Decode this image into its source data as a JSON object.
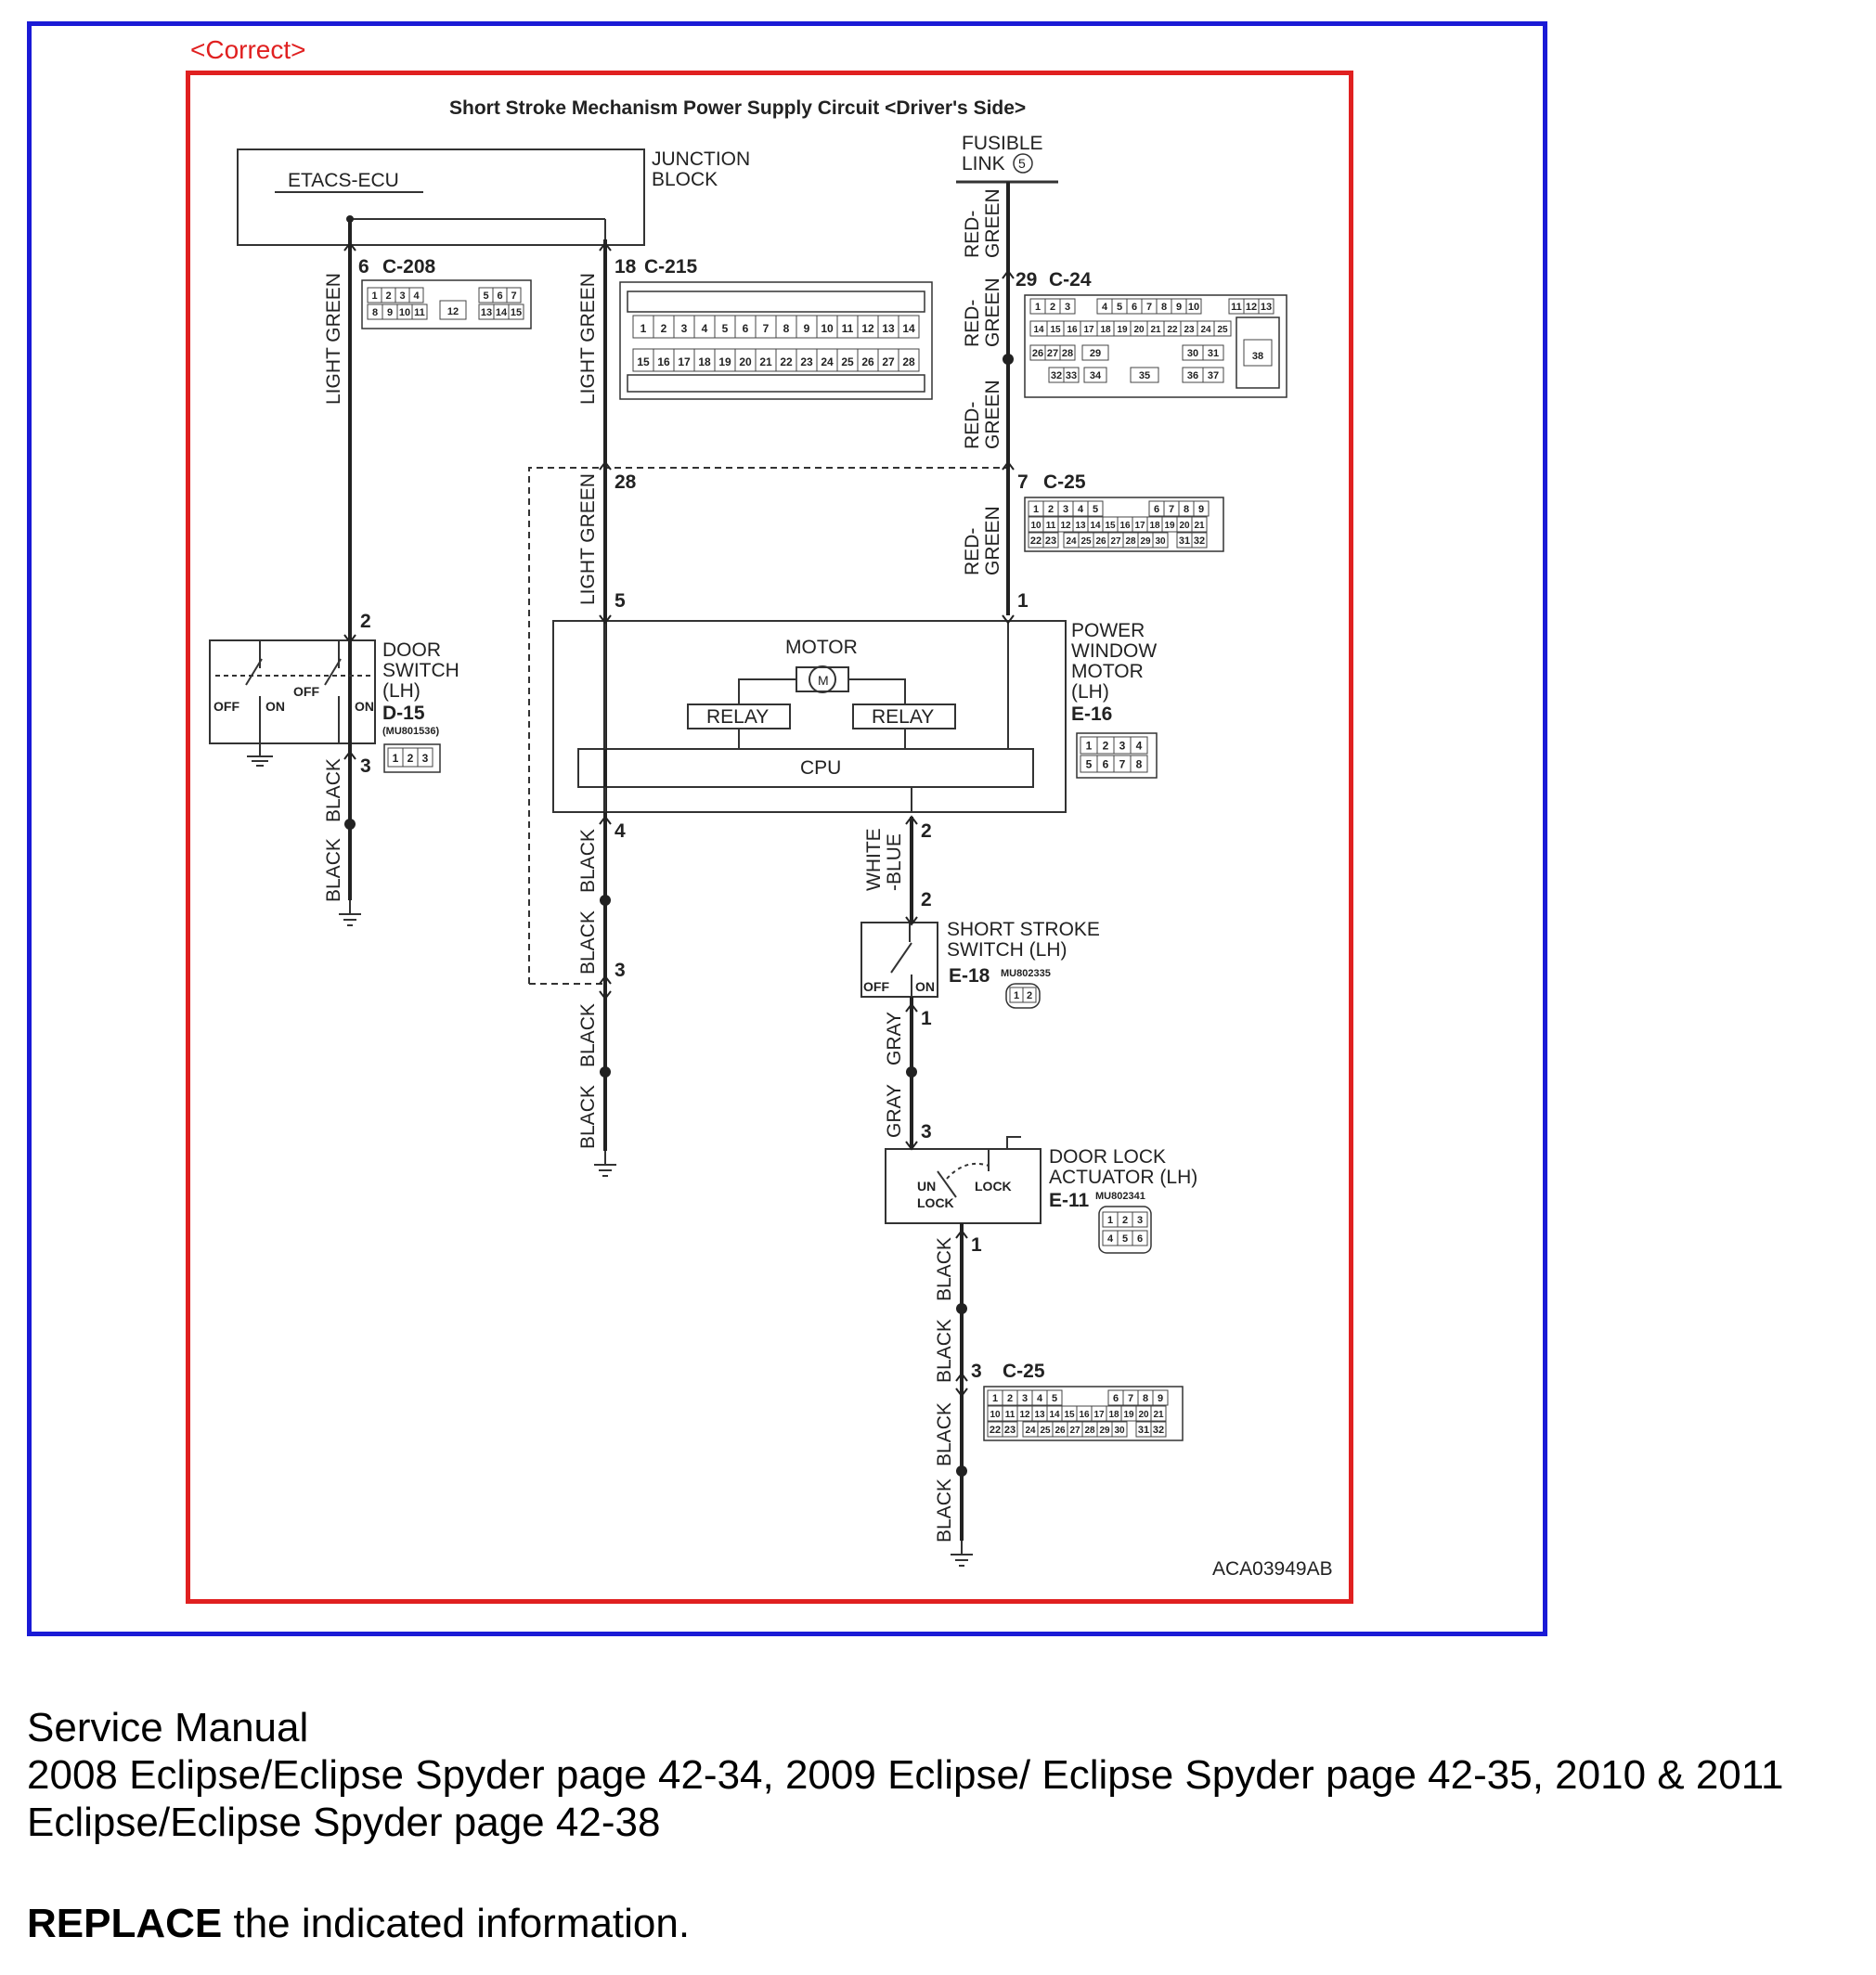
{
  "correct_label": "<Correct>",
  "diagram": {
    "title": "Short Stroke Mechanism Power Supply Circuit <Driver's Side>",
    "figure_code": "ACA03949AB",
    "components": {
      "etacs": "ETACS-ECU",
      "junction_block": [
        "JUNCTION",
        "BLOCK"
      ],
      "fusible_link": [
        "FUSIBLE",
        "LINK"
      ],
      "fusible_link_number": "5",
      "door_switch": [
        "DOOR",
        "SWITCH",
        "(LH)"
      ],
      "door_switch_id": "D-15",
      "door_switch_part": "(MU801536)",
      "power_window_motor": [
        "POWER",
        "WINDOW",
        "MOTOR",
        "(LH)"
      ],
      "power_window_motor_id": "E-16",
      "motor": "MOTOR",
      "relay_left": "RELAY",
      "relay_right": "RELAY",
      "cpu": "CPU",
      "short_stroke_switch": [
        "SHORT STROKE",
        "SWITCH (LH)"
      ],
      "short_stroke_switch_id": "E-18",
      "short_stroke_switch_part": "MU802335",
      "door_lock_actuator": [
        "DOOR LOCK",
        "ACTUATOR (LH)"
      ],
      "door_lock_actuator_id": "E-11",
      "door_lock_actuator_part": "MU802341"
    },
    "switch_states": {
      "off": "OFF",
      "on": "ON",
      "unlock": [
        "UN",
        "LOCK"
      ],
      "lock": "LOCK"
    },
    "connectors": {
      "c208": {
        "pin": "6",
        "name": "C-208"
      },
      "c215": {
        "pin": "18",
        "name": "C-215"
      },
      "c24": {
        "pin": "29",
        "name": "C-24"
      },
      "c25_top": {
        "pin": "7",
        "name": "C-25"
      },
      "c25_bottom": {
        "pin": "3",
        "name": "C-25"
      }
    },
    "pins": {
      "p28": "28",
      "p5": "5",
      "p1_motor": "1",
      "p2_door": "2",
      "p3_door": "3",
      "p4_motor": "4",
      "p3_ground": "3",
      "p2_motor": "2",
      "p2_ss": "2",
      "p1_ss": "1",
      "p3_lock": "3",
      "p1_lock": "1"
    },
    "wire_colors": {
      "light_green": "LIGHT GREEN",
      "red_green": [
        "RED-",
        "GREEN"
      ],
      "black": "BLACK",
      "white_blue": [
        "WHITE",
        "-BLUE"
      ],
      "gray": "GRAY"
    },
    "connector_faces": {
      "c208": {
        "top_left": [
          "1",
          "2",
          "3",
          "4"
        ],
        "top_right": [
          "5",
          "6",
          "7"
        ],
        "bottom_left": [
          "8",
          "9",
          "10",
          "11"
        ],
        "middle": "12",
        "bottom_right": [
          "13",
          "14",
          "15"
        ]
      },
      "c215": {
        "row1": [
          "1",
          "2",
          "3",
          "4",
          "5",
          "6",
          "7",
          "8",
          "9",
          "10",
          "11",
          "12",
          "13",
          "14"
        ],
        "row2": [
          "15",
          "16",
          "17",
          "18",
          "19",
          "20",
          "21",
          "22",
          "23",
          "24",
          "25",
          "26",
          "27",
          "28"
        ]
      },
      "c24": {
        "row1": [
          "1",
          "2",
          "3",
          "4",
          "5",
          "6",
          "7",
          "8",
          "9",
          "10",
          "11",
          "12",
          "13"
        ],
        "row2": [
          "14",
          "15",
          "16",
          "17",
          "18",
          "19",
          "20",
          "21",
          "22",
          "23",
          "24",
          "25"
        ],
        "row3": [
          "26",
          "27",
          "28",
          "29",
          "30",
          "31"
        ],
        "row4": [
          "32",
          "33",
          "34",
          "35",
          "36",
          "37"
        ],
        "big": "38"
      },
      "c25": {
        "row1_left": [
          "1",
          "2",
          "3",
          "4",
          "5"
        ],
        "row1_right": [
          "6",
          "7",
          "8",
          "9"
        ],
        "row2": [
          "10",
          "11",
          "12",
          "13",
          "14",
          "15",
          "16",
          "17",
          "18",
          "19",
          "20",
          "21"
        ],
        "row3_left": [
          "22",
          "23"
        ],
        "row3_mid": [
          "24",
          "25",
          "26",
          "27",
          "28",
          "29",
          "30"
        ],
        "row3_right": [
          "31",
          "32"
        ]
      },
      "e16": {
        "row1": [
          "1",
          "2",
          "3",
          "4"
        ],
        "row2": [
          "5",
          "6",
          "7",
          "8"
        ]
      },
      "d15": [
        "1",
        "2",
        "3"
      ],
      "e18": [
        "1",
        "2"
      ],
      "e11": {
        "row1": [
          "1",
          "2",
          "3"
        ],
        "row2": [
          "4",
          "5",
          "6"
        ]
      }
    }
  },
  "footer": {
    "line1": "Service Manual",
    "line2": "2008 Eclipse/Eclipse Spyder page 42-34, 2009 Eclipse/ Eclipse Spyder page 42-35, 2010 & 2011",
    "line3": "Eclipse/Eclipse Spyder page 42-38",
    "instruction_bold": "REPLACE",
    "instruction_rest": " the indicated information."
  },
  "colors": {
    "blue_frame": "#1a1ad6",
    "red_frame": "#e02020"
  }
}
